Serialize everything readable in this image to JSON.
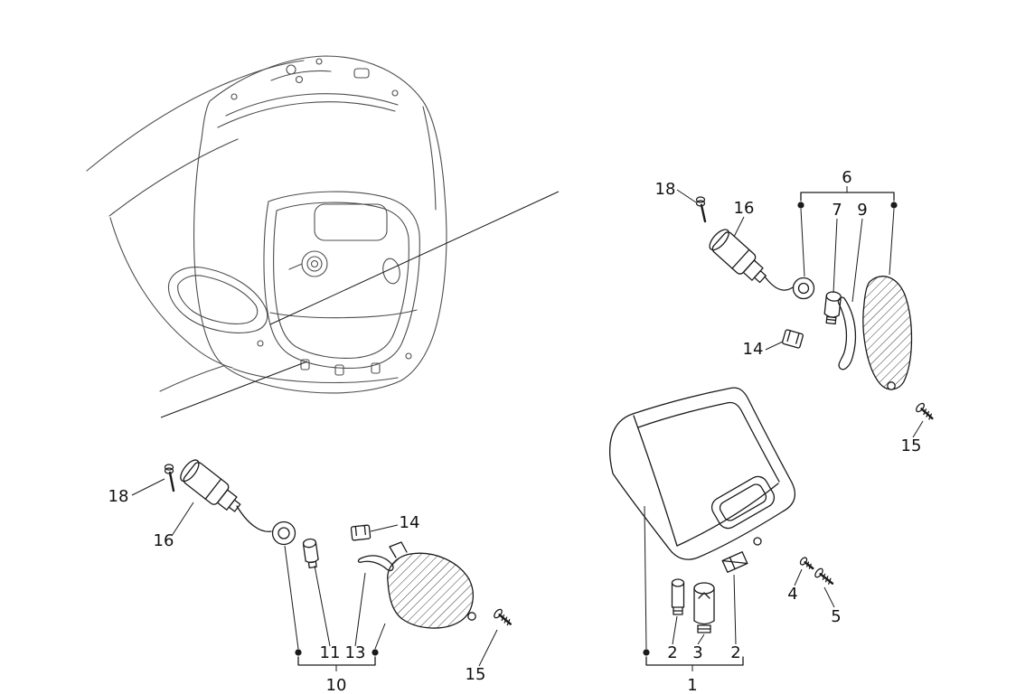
{
  "figure": {
    "colors": {
      "bg": "#ffffff",
      "line": "#1a1a1a",
      "body": "#4d4d4d",
      "hatch": "#3a3a3a",
      "text": "#111111"
    },
    "groups": {
      "right_signal": {
        "assembly": "6",
        "screw": "18",
        "holder": "16",
        "bulb": "7",
        "gasket": "9",
        "nut": "14",
        "lens_screw": "15"
      },
      "left_signal": {
        "assembly": "10",
        "screw": "18",
        "holder": "16",
        "nut": "14",
        "bulb": "11",
        "gasket": "13",
        "lens_screw": "15"
      },
      "tail_lamp": {
        "assembly": "1",
        "bulb_left": "2",
        "bulb_main": "3",
        "bulb_right": "2",
        "screw_upper": "4",
        "screw_lower": "5"
      }
    }
  }
}
